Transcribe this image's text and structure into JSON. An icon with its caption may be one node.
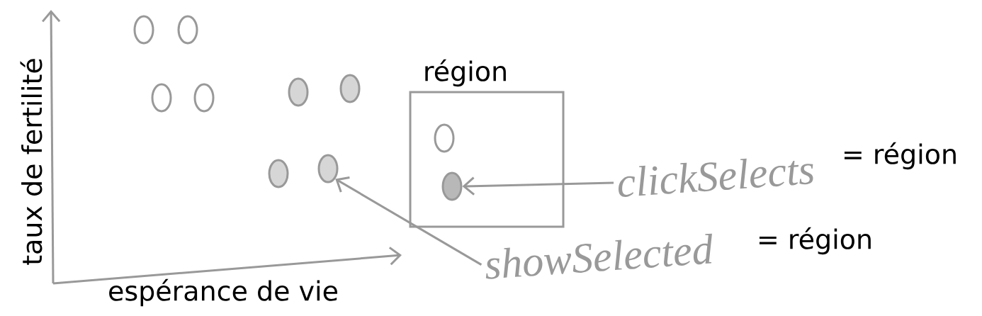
{
  "diagram": {
    "nodes": [
      {
        "text": [],
        "shape": "circle"
      },
      {
        "text": [],
        "shape": "circle"
      },
      {
        "text": [],
        "shape": "circle"
      },
      {
        "text": [],
        "shape": "circle"
      },
      {
        "text": [],
        "shape": "circle"
      },
      {
        "text": [],
        "shape": "circle"
      },
      {
        "text": [],
        "shape": "circle"
      },
      {
        "text": [],
        "shape": "circle"
      },
      {
        "text": [
          "région"
        ]
      },
      {
        "text": [],
        "shape": "circle",
        "in": 8
      },
      {
        "text": [],
        "shape": "circle",
        "in": 8
      },
      {
        "text": [
          "clickSelects"
        ],
        "beside": [
          "= région"
        ]
      },
      {
        "text": [
          "showSelected"
        ],
        "beside": [
          "= région"
        ]
      }
    ],
    "edges": [
      {
        "from": 11,
        "to": 10,
        "arrow": "to"
      },
      {
        "from": 12,
        "to": 7,
        "arrow": "to"
      }
    ],
    "labels": [
      "taux de fertilité",
      "espérance de vie"
    ]
  }
}
